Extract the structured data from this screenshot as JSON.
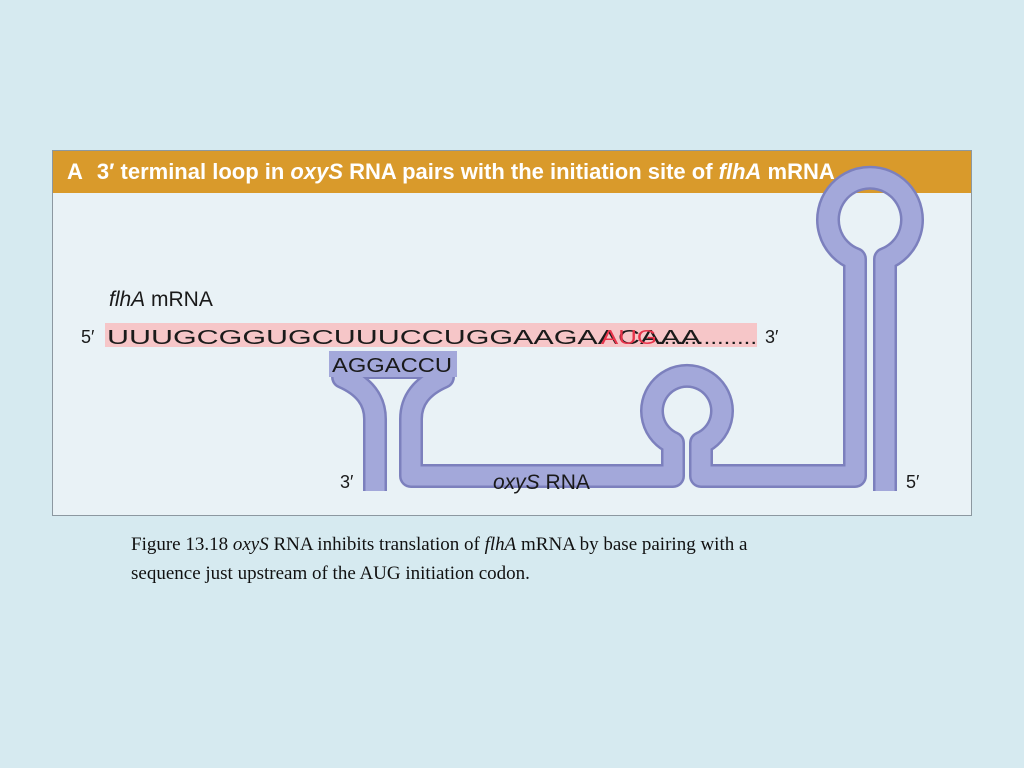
{
  "header": {
    "panel_letter": "A",
    "title_part1": "3′ terminal loop in ",
    "title_italic1": "oxyS",
    "title_part2": " RNA pairs with the initiation site of ",
    "title_italic2": "flhA",
    "title_part3": " mRNA"
  },
  "diagram": {
    "mrna_label_italic": "flhA",
    "mrna_label_rest": " mRNA",
    "mrna_five_prime": "5′",
    "mrna_sequence": "UUUGCGGUGCUUUCCUGGAAGAACAAA",
    "start_codon": "AUG",
    "mrna_dots": "...............",
    "mrna_three_prime": "3′",
    "paired_sequence": "AGGACCU",
    "oxys_three_prime": "3′",
    "oxys_label_italic": "oxyS",
    "oxys_label_rest": " RNA",
    "oxys_five_prime": "5′"
  },
  "caption": {
    "figure_number": "Figure 13.18 ",
    "italic1": "oxyS",
    "text1": " RNA inhibits translation of ",
    "italic2": "flhA",
    "text2": " mRNA by base pairing with a",
    "line2": "sequence just upstream of the AUG initiation codon."
  },
  "colors": {
    "background": "#d6eaf0",
    "header_bar": "#d99a2b",
    "rna_strand": "#9ba0d4",
    "mrna_highlight": "#f6c6c8",
    "start_codon": "#e8344b"
  }
}
